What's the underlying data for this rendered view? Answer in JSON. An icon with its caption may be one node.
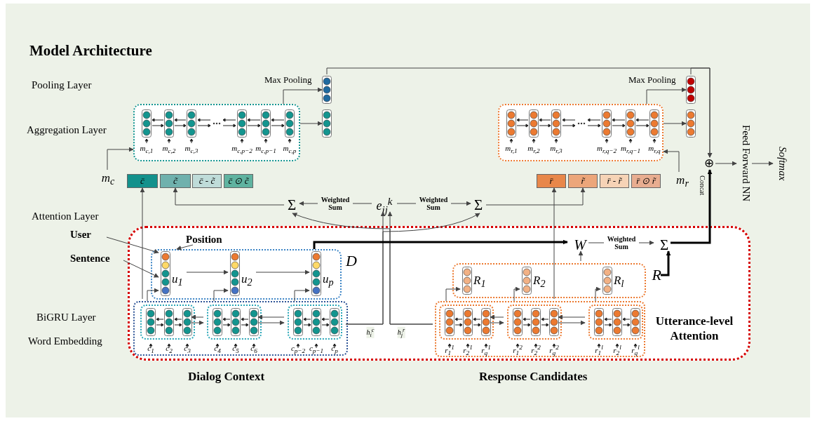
{
  "diagram": {
    "title": "Model Architecture",
    "nodes": [
      {
        "text": [
          "Utterance-level Attention"
        ]
      },
      {
        "text": [
          "m$_{c,1}$",
          "m$_{c,2}$",
          "m$_{c,3}$",
          "m$_{c,p−2}$",
          "m$_{c,p−1}$",
          "m$_{c,p}$"
        ]
      },
      {
        "text": [],
        "shape": "bar",
        "beside": [
          "Max Pooling"
        ]
      },
      {
        "text": [],
        "shape": "bar"
      },
      {
        "text": [
          "m$_{r,1}$",
          "m$_{r,2}$",
          "m$_{r,3}$",
          "m$_{r,q−2}$",
          "m$_{r,q−1}$",
          "m$_{r,q}$"
        ]
      },
      {
        "text": [],
        "shape": "bar",
        "beside": [
          "Max Pooling"
        ]
      },
      {
        "text": [],
        "shape": "bar"
      },
      {
        "text": [
          "m$_{c}$"
        ]
      },
      {
        "text": [
          "c̄"
        ]
      },
      {
        "text": [
          "c̃"
        ]
      },
      {
        "text": [
          "c̄ - c̃"
        ]
      },
      {
        "text": [
          "c̄ ⊙ c̃"
        ]
      },
      {
        "text": [
          "m$_{r}$"
        ]
      },
      {
        "text": [
          "r̄"
        ]
      },
      {
        "text": [
          "r̃"
        ]
      },
      {
        "text": [
          "r̄ - r̃"
        ]
      },
      {
        "text": [
          "r̄ ⊙ r̃"
        ]
      },
      {
        "text": [
          "Σ"
        ]
      },
      {
        "text": [
          "e$_{ij}$$^{k}$"
        ]
      },
      {
        "text": [
          "Σ"
        ]
      },
      {
        "text": [
          "⊕"
        ],
        "beside": [
          "Concat"
        ]
      },
      {
        "text": [
          "Feed Forward NN"
        ]
      },
      {
        "text": [
          "Softmax"
        ]
      },
      {
        "text": [
          "D"
        ],
        "in": 0
      },
      {
        "text": [
          "u$_{1}$"
        ],
        "in": 23
      },
      {
        "text": [
          "u$_{2}$"
        ],
        "in": 23
      },
      {
        "text": [
          "u$_{p}$"
        ],
        "in": 23
      },
      {
        "text": [
          "User"
        ]
      },
      {
        "text": [
          "Position"
        ],
        "in": 0
      },
      {
        "text": [
          "Sentence"
        ]
      },
      {
        "text": [],
        "shape": "box",
        "in": 0
      },
      {
        "text": [
          "c$_{1}$",
          "c$_{2}$",
          "c$_{3}$"
        ],
        "in": 30
      },
      {
        "text": [
          "c$_{4}$",
          "c$_{5}$",
          "c$_{6}$"
        ],
        "in": 30
      },
      {
        "text": [
          "c$_{p−2}$",
          "c$_{p−1}$",
          "c$_{p}$"
        ],
        "in": 30
      },
      {
        "text": [
          "W"
        ],
        "in": 0
      },
      {
        "text": [
          "Σ"
        ],
        "in": 0
      },
      {
        "text": [
          "R"
        ],
        "in": 0
      },
      {
        "text": [
          "R$_{1}$"
        ],
        "in": 36
      },
      {
        "text": [
          "R$_{2}$"
        ],
        "in": 36
      },
      {
        "text": [
          "R$_{l}$"
        ],
        "in": 36
      },
      {
        "text": [],
        "shape": "box",
        "in": 0
      },
      {
        "text": [
          "r$_{1}$$^{1}$",
          "r$_{2}$$^{1}$",
          "r$_{q}$$^{1}$"
        ],
        "in": 40
      },
      {
        "text": [
          "r$_{1}$$^{2}$",
          "r$_{2}$$^{2}$",
          "r$_{q}$$^{2}$"
        ],
        "in": 40
      },
      {
        "text": [
          "r$_{1}$$^{l}$",
          "r$_{2}$$^{l}$",
          "r$_{q}$$^{l}$"
        ],
        "in": 40
      }
    ],
    "edges": [
      {
        "from": 1,
        "to": 2,
        "arrow": "to"
      },
      {
        "from": 1,
        "to": 3,
        "arrow": "to"
      },
      {
        "from": 7,
        "to": 1,
        "arrow": "to"
      },
      {
        "from": 4,
        "to": 5,
        "arrow": "to"
      },
      {
        "from": 4,
        "to": 6,
        "arrow": "to"
      },
      {
        "from": 12,
        "to": 4,
        "arrow": "to"
      },
      {
        "from": 2,
        "to": 20,
        "arrow": "to"
      },
      {
        "from": 5,
        "to": 20,
        "arrow": "to"
      },
      {
        "from": 20,
        "to": 21,
        "arrow": "to"
      },
      {
        "from": 21,
        "to": 22,
        "arrow": "to"
      },
      {
        "from": 18,
        "to": 17,
        "arrow": "to",
        "label": "Weighted Sum"
      },
      {
        "from": 17,
        "to": 9,
        "arrow": "to"
      },
      {
        "from": 18,
        "to": 19,
        "arrow": "to",
        "label": "Weighted Sum"
      },
      {
        "from": 19,
        "to": 14,
        "arrow": "to"
      },
      {
        "from": 30,
        "to": 8,
        "arrow": "to"
      },
      {
        "from": 40,
        "to": 13,
        "arrow": "to"
      },
      {
        "from": 30,
        "to": 18,
        "arrow": "to",
        "label": "h$_{i}$$^{c}$"
      },
      {
        "from": 40,
        "to": 18,
        "arrow": "to",
        "label": "h$_{j}$$^{r}$"
      },
      {
        "from": 40,
        "to": 17,
        "arrow": "to"
      },
      {
        "from": 30,
        "to": 19,
        "arrow": "to"
      },
      {
        "from": 24,
        "to": 25,
        "arrow": "to"
      },
      {
        "from": 25,
        "to": 26,
        "arrow": "to"
      },
      {
        "from": 26,
        "to": 34,
        "arrow": "to",
        "style": "thick"
      },
      {
        "from": 34,
        "to": 35,
        "arrow": "to",
        "label": "Weighted Sum"
      },
      {
        "from": 36,
        "to": 35,
        "arrow": "to",
        "style": "thick"
      },
      {
        "from": 36,
        "to": 34,
        "arrow": "to"
      },
      {
        "from": 35,
        "to": 20,
        "arrow": "to",
        "style": "thick"
      },
      {
        "from": 27,
        "to": 24,
        "arrow": "to"
      },
      {
        "from": 28,
        "to": 24,
        "arrow": "to"
      },
      {
        "from": 29,
        "to": 24,
        "arrow": "to"
      },
      {
        "from": 31,
        "to": 24,
        "arrow": "to"
      },
      {
        "from": 32,
        "to": 25,
        "arrow": "to"
      },
      {
        "from": 33,
        "to": 26,
        "arrow": "to"
      },
      {
        "from": 41,
        "to": 37,
        "arrow": "to"
      },
      {
        "from": 42,
        "to": 38,
        "arrow": "to"
      },
      {
        "from": 43,
        "to": 39,
        "arrow": "to"
      },
      {
        "from": 31,
        "to": 32,
        "arrow": "to"
      },
      {
        "from": 32,
        "to": 31,
        "arrow": "to"
      },
      {
        "from": 32,
        "to": 33,
        "arrow": "to"
      },
      {
        "from": 33,
        "to": 32,
        "arrow": "to"
      },
      {
        "from": 41,
        "to": 42,
        "arrow": "to"
      },
      {
        "from": 42,
        "to": 41,
        "arrow": "to"
      },
      {
        "from": 42,
        "to": 43,
        "arrow": "to"
      },
      {
        "from": 43,
        "to": 42,
        "arrow": "to"
      }
    ],
    "labels": [
      "Pooling Layer",
      "Aggregation Layer",
      "Attention Layer",
      "BiGRU Layer",
      "Word Embedding",
      "Dialog Context",
      "Response Candidates"
    ]
  }
}
